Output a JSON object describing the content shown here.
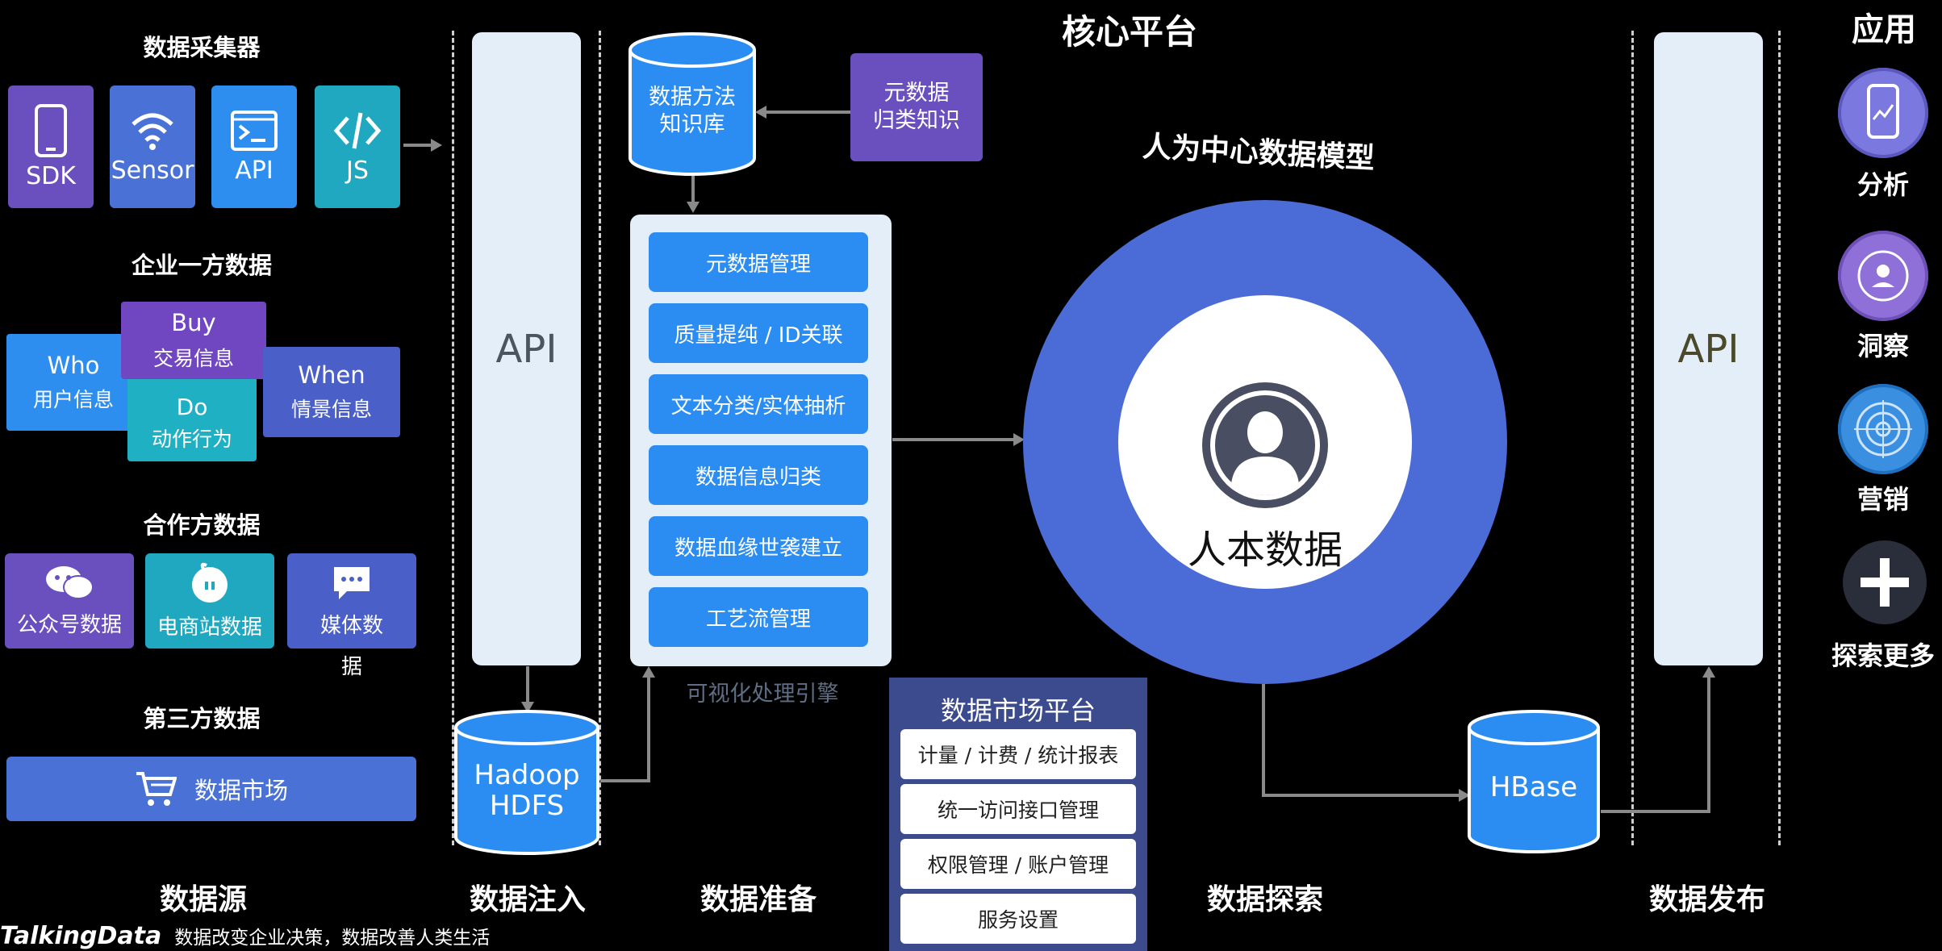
{
  "core_title": "核心平台",
  "apps_title": "应用",
  "sources": {
    "collectors_title": "数据采集器",
    "collectors": [
      {
        "label": "SDK",
        "icon": "phone-icon",
        "color": "#6a4fbf"
      },
      {
        "label": "Sensor",
        "icon": "wifi-icon",
        "color": "#4a72d6"
      },
      {
        "label": "API",
        "icon": "terminal-icon",
        "color": "#2d8ef0"
      },
      {
        "label": "JS",
        "icon": "code-icon",
        "color": "#1fa8c0"
      }
    ],
    "first_party_title": "企业一方数据",
    "first_party": {
      "who": {
        "en": "Who",
        "cn": "用户信息"
      },
      "buy": {
        "en": "Buy",
        "cn": "交易信息"
      },
      "do": {
        "en": "Do",
        "cn": "动作行为"
      },
      "when": {
        "en": "When",
        "cn": "情景信息"
      }
    },
    "partner_title": "合作方数据",
    "partners": [
      {
        "label": "公众号数据",
        "icon": "wechat-icon",
        "color": "#6a4fbf"
      },
      {
        "label": "电商站数据",
        "icon": "shop-icon",
        "color": "#1fa8c0"
      },
      {
        "label": "媒体数",
        "icon": "chat-icon",
        "color": "#4a5fc8"
      }
    ],
    "partner_overflow": "据",
    "third_party_title": "第三方数据",
    "market_label": "数据市场"
  },
  "ingest": {
    "api_label": "API",
    "hdfs_line1": "Hadoop",
    "hdfs_line2": "HDFS"
  },
  "prep": {
    "kb_line1": "数据方法",
    "kb_line2": "知识库",
    "meta_line1": "元数据",
    "meta_line2": "归类知识",
    "steps": [
      "元数据管理",
      "质量提纯 / ID关联",
      "文本分类/实体抽析",
      "数据信息归类",
      "数据血缘世袭建立",
      "工艺流管理"
    ],
    "engine_label": "可视化处理引擎"
  },
  "market_platform": {
    "title": "数据市场平台",
    "items": [
      "计量 / 计费 / 统计报表",
      "统一访问接口管理",
      "权限管理 / 账户管理",
      "服务设置"
    ]
  },
  "explore": {
    "model_title": "人为中心数据模型",
    "center_label": "人本数据"
  },
  "publish": {
    "hbase_label": "HBase",
    "api_label": "API"
  },
  "apps": [
    {
      "label": "分析",
      "icon": "mobile-chart-icon",
      "color": "#7b79e0"
    },
    {
      "label": "洞察",
      "icon": "person-target-icon",
      "color": "#8f6fd8"
    },
    {
      "label": "营销",
      "icon": "radar-icon",
      "color": "#3a8fe0"
    },
    {
      "label": "探索更多",
      "icon": "plus-icon",
      "color": "#2a2d3a"
    }
  ],
  "bottom_labels": [
    "数据源",
    "数据注入",
    "数据准备",
    "数据探索",
    "数据发布"
  ],
  "footer": {
    "brand": "TalkingData",
    "slogan": "数据改变企业决策，数据改善人类生活"
  },
  "colors": {
    "blue": "#2b8df2",
    "purple": "#6a4fbf",
    "circle": "#4b6cd6",
    "api_bg": "#e3eef8"
  }
}
